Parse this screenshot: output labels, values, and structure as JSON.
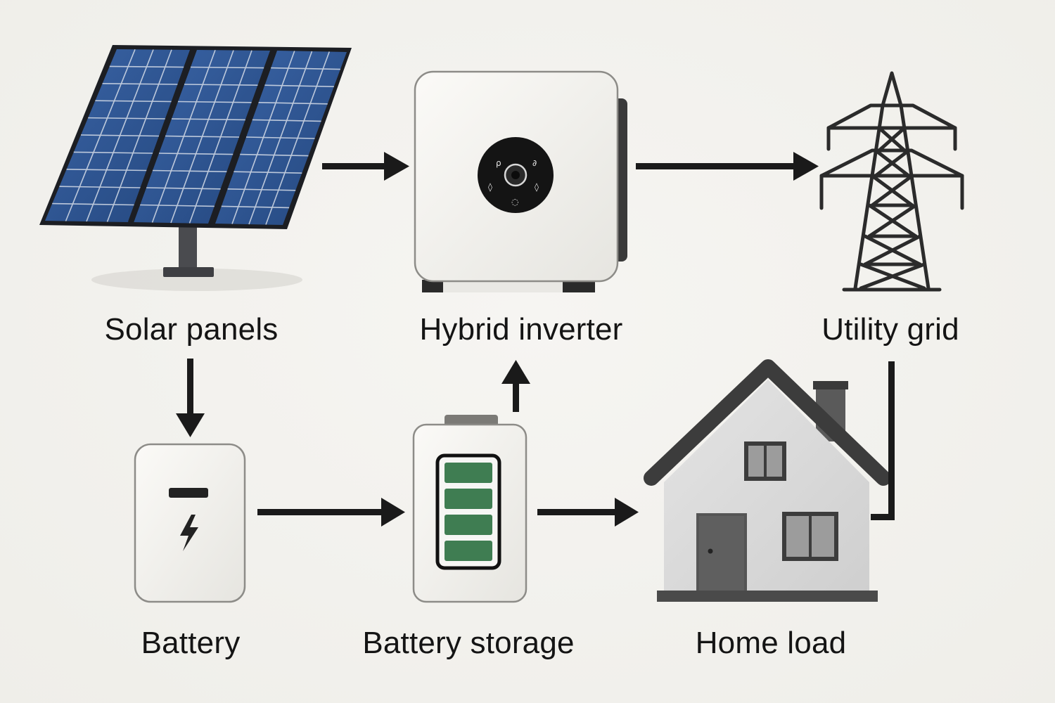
{
  "labels": {
    "solar_panels": "Solar panels",
    "hybrid_inverter": "Hybrid inverter",
    "utility_grid": "Utility grid",
    "battery": "Battery",
    "battery_storage": "Battery storage",
    "home_load": "Home load"
  },
  "colors": {
    "background": "#f2f1ed",
    "panel_cell": "#2f5591",
    "panel_frame": "#1d1f24",
    "device_body": "#f4f3ef",
    "battery_bar": "#3f7d52",
    "arrow": "#1a1a1a",
    "house_wall": "#d9d9d9",
    "house_roof": "#3c3c3c"
  },
  "battery_storage_bars": 4
}
